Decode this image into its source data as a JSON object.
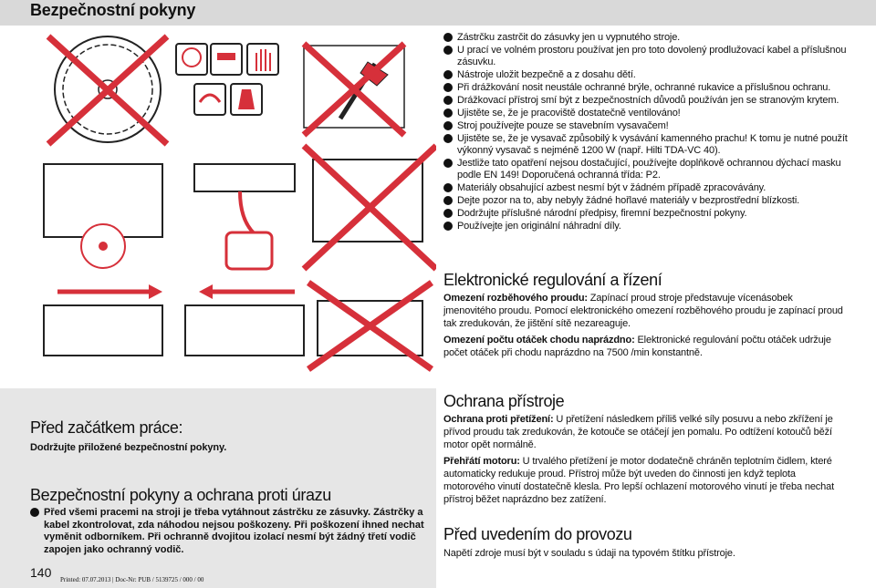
{
  "page_title": "Bezpečnostní pokyny",
  "safety_list": [
    "Zástrčku zastrčit do zásuvky jen u vypnutého stroje.",
    "U prací ve volném prostoru používat jen pro toto dovolený prodlužovací kabel a příslušnou zásuvku.",
    "Nástroje uložit bezpečně a z dosahu dětí.",
    "Při drážkování nosit neustále ochranné brýle, ochranné rukavice a příslušnou ochranu.",
    "Drážkovací přístroj smí být z bezpečnostních důvodů používán jen se stranovým krytem.",
    "Ujistěte se, že je pracoviště dostatečně ventilováno!",
    "Stroj používejte pouze se stavebním vysavačem!",
    "Ujistěte se, že je vysavač způsobilý k vysávání kamenného prachu! K tomu je nutné použít výkonný vysavač s nejméně 1200 W (např. Hilti TDA-VC 40).",
    "Jestliže tato opatření nejsou dostačující, používejte doplňkově ochrannou dýchací masku podle EN 149! Doporučená ochranná třída: P2.",
    "Materiály obsahující azbest nesmí být v žádném případě zpracovávány.",
    "Dejte pozor na to, aby nebyly žádné hořlavé materiály v bezprostřední blízkosti.",
    "Dodržujte příslušné národní předpisy, firemní bezpečnostní pokyny.",
    "Používejte jen originální náhradní díly."
  ],
  "electronic": {
    "heading": "Elektronické regulování a řízení",
    "p1_label": "Omezení rozběhového proudu:",
    "p1_text": " Zapínací proud stroje představuje vícenásobek jmenovitého proudu. Pomocí elektronického omezení rozběhového proudu je zapínací proud tak zredukován, že jištění sítě nezareaguje.",
    "p2_label": "Omezení počtu otáček chodu naprázdno:",
    "p2_text": " Elektronické regulování počtu otáček udržuje počet otáček při chodu naprázdno na 7500 /min konstantně."
  },
  "protection": {
    "heading": "Ochrana přístroje",
    "p1_label": "Ochrana proti přetížení:",
    "p1_text": " U přetížení následkem příliš velké síly posuvu a nebo zkřížení je přívod proudu tak zredukován, že kotouče se otáčejí jen pomalu. Po odtížení kotoučů běží motor opět normálně.",
    "p2_label": "Přehřátí motoru:",
    "p2_text": " U trvalého přetížení je motor dodatečně chráněn teplotním čidlem, které automaticky redukuje proud. Přístroj může být uveden do činnosti jen když teplota motorového vinutí dostatečně klesla. Pro lepší ochlazení motorového vinutí je třeba nechat přístroj běžet naprázdno bez zatížení."
  },
  "commissioning": {
    "heading": "Před uvedením do provozu",
    "text": "Napětí zdroje musí být v souladu s údaji na typovém štítku přístroje."
  },
  "left_box": {
    "heading1": "Před začátkem práce:",
    "text1": "Dodržujte přiložené bezpečnostní pokyny.",
    "heading2": "Bezpečnostní pokyny a ochrana proti úrazu",
    "item": "Před všemi pracemi na stroji je třeba vytáhnout zástrčku ze zásuvky. Zástrčky a kabel zkontrolovat, zda náhodou nejsou poškozeny. Při poškození ihned nechat vyměnit odborníkem. Při ochranně dvojitou izolací nesmí být žádný třetí vodič zapojen jako ochranný vodič."
  },
  "footer": {
    "page_number": "140",
    "printed": "Printed: 07.07.2013 | Doc-Nr: PUB / 5139725 / 000 / 00"
  },
  "colors": {
    "cross": "#d6303a",
    "gray_box": "#e6e6e6",
    "top_bar": "#d9d9d9"
  }
}
